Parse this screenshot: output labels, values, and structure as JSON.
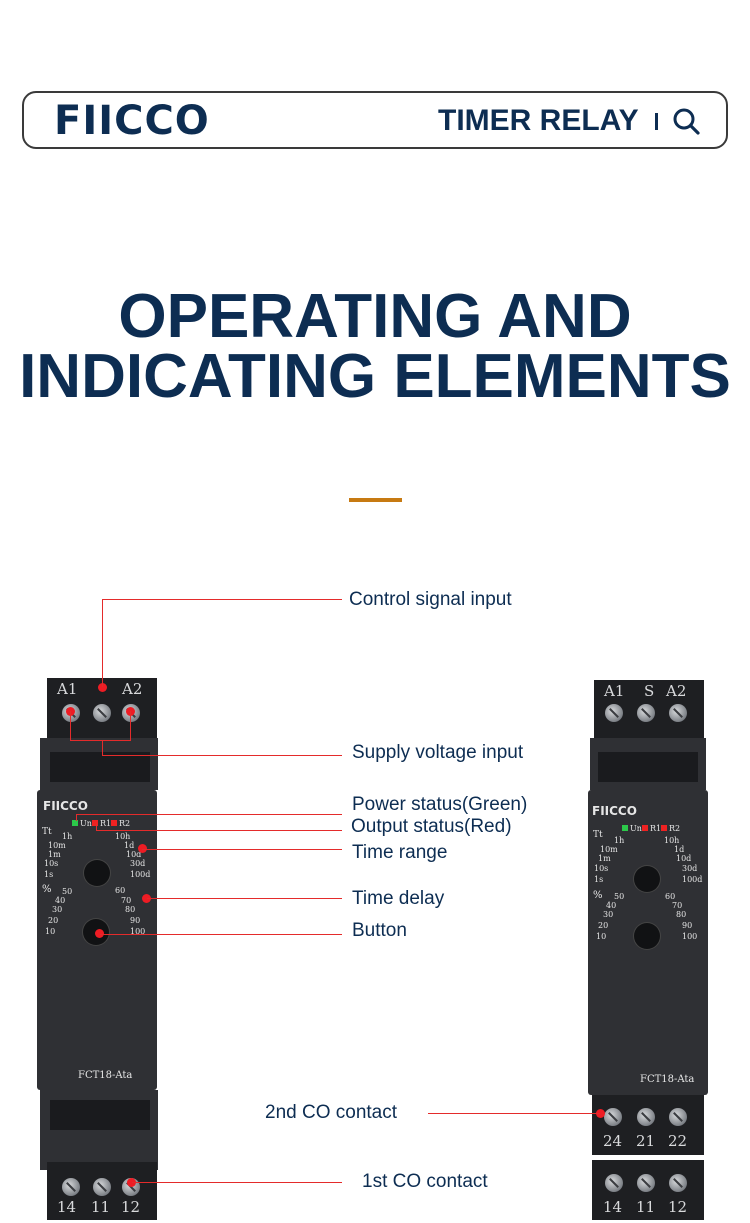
{
  "header": {
    "brand": "FIICCO",
    "title": "TIMER RELAY"
  },
  "title": {
    "line1": "OPERATING AND",
    "line2": "INDICATING  ELEMENTS"
  },
  "device_left": {
    "top_terminals": [
      "A1",
      "A2"
    ],
    "bottom_terminals": [
      "14",
      "11",
      "12"
    ],
    "brand": "FIICCO",
    "leds": [
      "Un",
      "R1",
      "R2"
    ],
    "range_label": "Tt",
    "range_left": [
      "1h",
      "10m",
      "1m",
      "10s",
      "1s"
    ],
    "range_right": [
      "10h",
      "1d",
      "10d",
      "30d",
      "100d"
    ],
    "pct_label": "%",
    "pct_left": [
      "50",
      "40",
      "30",
      "20",
      "10"
    ],
    "pct_right": [
      "60",
      "70",
      "80",
      "90",
      "100"
    ],
    "model": "FCT18-Ata"
  },
  "device_right": {
    "top_terminals": [
      "A1",
      "S",
      "A2"
    ],
    "mid_terminals": [
      "24",
      "21",
      "22"
    ],
    "bottom_terminals": [
      "14",
      "11",
      "12"
    ],
    "brand": "FIICCO",
    "leds": [
      "Un",
      "R1",
      "R2"
    ],
    "range_label": "Tt",
    "range_left": [
      "1h",
      "10m",
      "1m",
      "10s",
      "1s"
    ],
    "range_right": [
      "10h",
      "1d",
      "10d",
      "30d",
      "100d"
    ],
    "pct_label": "%",
    "pct_left": [
      "50",
      "40",
      "30",
      "20",
      "10"
    ],
    "pct_right": [
      "60",
      "70",
      "80",
      "90",
      "100"
    ],
    "model": "FCT18-Ata"
  },
  "labels": {
    "control": "Control signal input",
    "supply": "Supply voltage input",
    "power": "Power status(Green)",
    "output": "Output status(Red)",
    "range": "Time range",
    "delay": "Time delay",
    "button": "Button",
    "co2": "2nd CO contact",
    "co1": "1st CO contact"
  },
  "colors": {
    "navy": "#0d2d52",
    "accent": "#c77a12",
    "callout": "#e42b2b",
    "led_green": "#2cc84a"
  },
  "icons": {
    "search": "search-icon"
  }
}
